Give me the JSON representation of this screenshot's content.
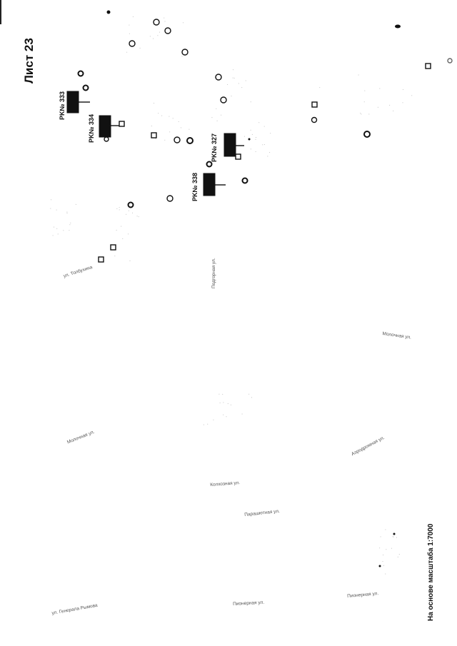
{
  "sheet": {
    "title": "Лист 23",
    "scale_note": "На основе масштаба 1:7000"
  },
  "pickets": {
    "pk333": "PK№ 333",
    "pk334": "PK№ 334",
    "pk327": "PK№ 327",
    "pk338": "PK№ 338"
  },
  "streets": {
    "tolbukhina": "ул. Толбухина",
    "podgornaya": "Подгорная ул.",
    "molochnaya_right": "Молочная ул.",
    "molochnaya_left": "Молочная ул.",
    "kolkhoznaya": "Колхозная ул.",
    "parashyutnaya": "Парашютная ул.",
    "gen_rimova": "ул. Генерала Рымова",
    "pionernaya_1": "Пионерная ул.",
    "pionernaya_2": "Пионерная ул.",
    "aerodromnaya": "Аэродромная ул."
  },
  "colors": {
    "ink": "#111111",
    "street_text": "#555555",
    "faint": "#888888"
  },
  "icons": {
    "circle_marker": "ring-marker-icon",
    "square_marker": "square-marker-icon",
    "picket_block": "picket-block-icon"
  }
}
